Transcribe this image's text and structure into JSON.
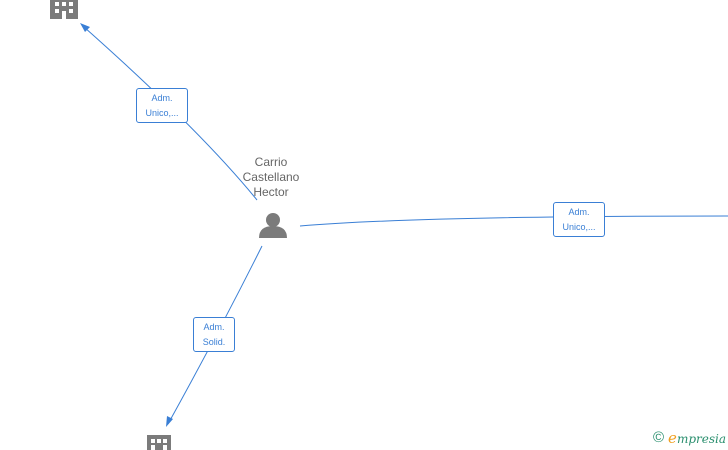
{
  "person": {
    "name_lines": [
      "Carrio",
      "Castellano",
      "Hector"
    ]
  },
  "relations": [
    {
      "lines": [
        "Adm.",
        "Unico,..."
      ]
    },
    {
      "lines": [
        "Adm.",
        "Unico,..."
      ]
    },
    {
      "lines": [
        "Adm.",
        "Solid."
      ]
    }
  ],
  "icons": {
    "person": "person-icon",
    "company": "building-icon"
  },
  "colors": {
    "edge": "#3a7fd5",
    "icon": "#7b7b7b",
    "label_text": "#666666",
    "brand_green": "#2a8f6e",
    "brand_orange": "#f0a020"
  },
  "watermark": {
    "copyright": "©",
    "brand_initial": "e",
    "brand_rest": "mpresia"
  }
}
